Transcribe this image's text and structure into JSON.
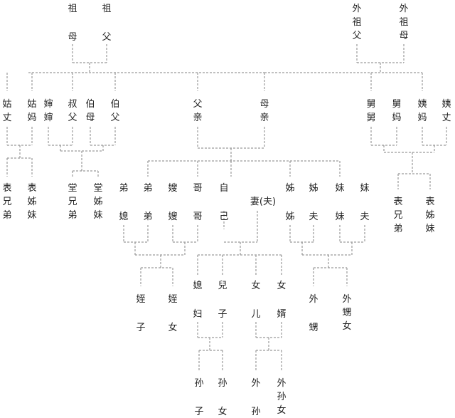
{
  "nodes": {
    "paternal_grandmother": [
      "祖",
      "母"
    ],
    "paternal_grandfather": [
      "祖",
      "父"
    ],
    "maternal_grandfather": [
      "外",
      "祖",
      "父"
    ],
    "maternal_grandmother": [
      "外",
      "祖",
      "母"
    ],
    "gu_zhang": [
      "姑",
      "丈"
    ],
    "gu_ma": [
      "姑",
      "妈"
    ],
    "shen_shen": [
      "婶",
      "婶"
    ],
    "shu_fu": [
      "叔",
      "父"
    ],
    "bo_mu": [
      "伯",
      "母"
    ],
    "bo_fu": [
      "伯",
      "父"
    ],
    "fu_qin": [
      "父",
      "亲"
    ],
    "mu_qin": [
      "母",
      "亲"
    ],
    "jiu_jiu": [
      "舅",
      "舅"
    ],
    "jiu_ma": [
      "舅",
      "妈"
    ],
    "yi_ma": [
      "姨",
      "妈"
    ],
    "yi_zhang": [
      "姨",
      "丈"
    ],
    "biao_xiong_di_paternal": [
      "表",
      "兄",
      "弟"
    ],
    "biao_zi_mei_paternal": [
      "表",
      "姊",
      "妹"
    ],
    "tang_xiong_di": [
      "堂",
      "兄",
      "弟"
    ],
    "tang_zi_mei": [
      "堂",
      "姊",
      "妹"
    ],
    "di_xi": [
      "弟",
      "媳"
    ],
    "di_di": [
      "弟",
      "弟"
    ],
    "sao_sao": [
      "嫂",
      "嫂"
    ],
    "ge_ge": [
      "哥",
      "哥"
    ],
    "zi_ji": [
      "自",
      "己"
    ],
    "qi_fu": "妻(夫)",
    "zi_zi": [
      "姊",
      "姊"
    ],
    "mei_fu_older": [
      "姊",
      "夫"
    ],
    "mei_mei": [
      "妹",
      "妹"
    ],
    "mei_fu": [
      "妹",
      "夫"
    ],
    "biao_xiong_di_maternal": [
      "表",
      "兄",
      "弟"
    ],
    "biao_zi_mei_maternal": [
      "表",
      "姊",
      "妹"
    ],
    "zhi_zi": [
      "姪",
      "子"
    ],
    "zhi_nv": [
      "姪",
      "女"
    ],
    "xi_fu": [
      "媳",
      "妇"
    ],
    "er_zi": [
      "兒",
      "子"
    ],
    "nv_er": [
      "女",
      "儿"
    ],
    "nv_xu": [
      "女",
      "婿"
    ],
    "wai_sheng": [
      "外",
      "甥"
    ],
    "wai_sheng_nv": [
      "外",
      "甥",
      "女"
    ],
    "sun_zi": [
      "孙",
      "子"
    ],
    "sun_nv": [
      "孙",
      "女"
    ],
    "wai_sun": [
      "外",
      "孙"
    ],
    "wai_sun_nv": [
      "外",
      "孙",
      "女"
    ]
  }
}
